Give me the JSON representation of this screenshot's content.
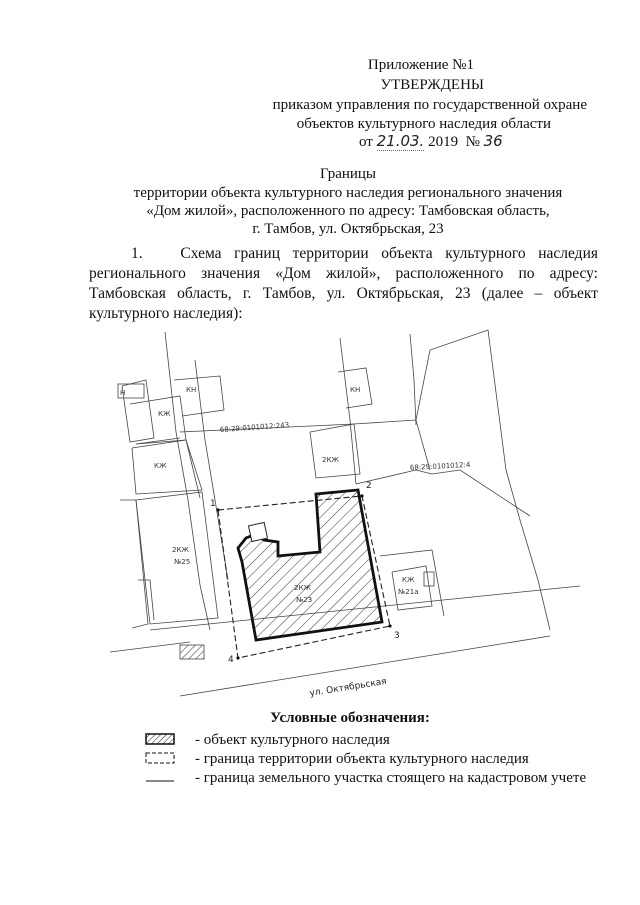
{
  "header": {
    "appendix": "Приложение №1",
    "approved": "УТВЕРЖДЕНЫ",
    "order_line1": "приказом управления по государственной охране",
    "order_line2": "объектов культурного наследия области",
    "date_prefix": "от",
    "date_day_month": "21.03.",
    "date_year": "2019",
    "number_sign": "№",
    "number_value": "36"
  },
  "title": {
    "line1": "Границы",
    "line2": "территории объекта культурного наследия регионального значения",
    "line3": "«Дом жилой», расположенного по адресу: Тамбовская область,",
    "line4": "г. Тамбов, ул. Октябрьская, 23"
  },
  "paragraph": {
    "number": "1.",
    "text": "Схема границ территории объекта культурного наследия регионального значения «Дом жилой», расположенного по адресу: Тамбовская область, г. Тамбов, ул. Октябрьская, 23 (далее – объект культурного наследия):"
  },
  "map": {
    "cadastral_1": "68:29:0101012:243",
    "cadastral_2": "68:29:0101012:4",
    "street": "ул. Октябрьская",
    "points": [
      "1",
      "2",
      "3",
      "4"
    ],
    "labels": {
      "kn1": "КН",
      "kn2": "КН",
      "n": "Н",
      "kzh1": "КЖ",
      "kzh2": "КЖ",
      "kzh3": "КЖ",
      "two_kzh_top": "2КЖ",
      "two_kzh_left": "2КЖ",
      "left_house_no": "№25",
      "main_two_kzh": "2КЖ",
      "main_house_no": "№23",
      "right_kzh": "КЖ",
      "right_house_no": "№21а"
    }
  },
  "legend": {
    "title": "Условные обозначения:",
    "items": [
      {
        "symbol": "hatched-rect",
        "text": "- объект культурного наследия"
      },
      {
        "symbol": "dashed-rect",
        "text": "- граница территории объекта культурного наследия"
      },
      {
        "symbol": "line",
        "text": "- граница земельного участка стоящего на кадастровом учете"
      }
    ]
  }
}
